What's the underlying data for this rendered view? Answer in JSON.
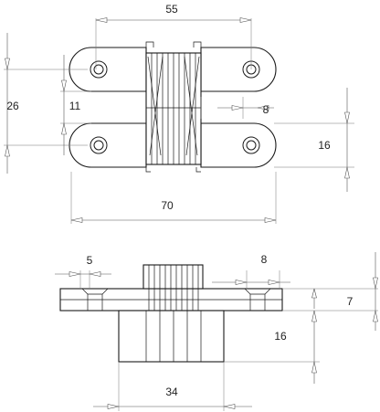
{
  "diagram": {
    "dimensions": {
      "d55": "55",
      "d26": "26",
      "d11": "11",
      "d8_top": "8",
      "d16_top": "16",
      "d70": "70",
      "d5": "5",
      "d8_bottom": "8",
      "d7": "7",
      "d16_bottom": "16",
      "d34": "34"
    }
  }
}
